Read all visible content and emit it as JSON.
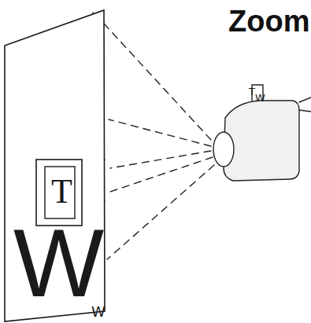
{
  "diagram": {
    "title": "Zoom",
    "nodes": [
      {
        "text": [
          "W"
        ]
      },
      {
        "text": [
          "T"
        ],
        "in": 0
      }
    ],
    "labels": [
      "W",
      "T",
      "W"
    ]
  }
}
